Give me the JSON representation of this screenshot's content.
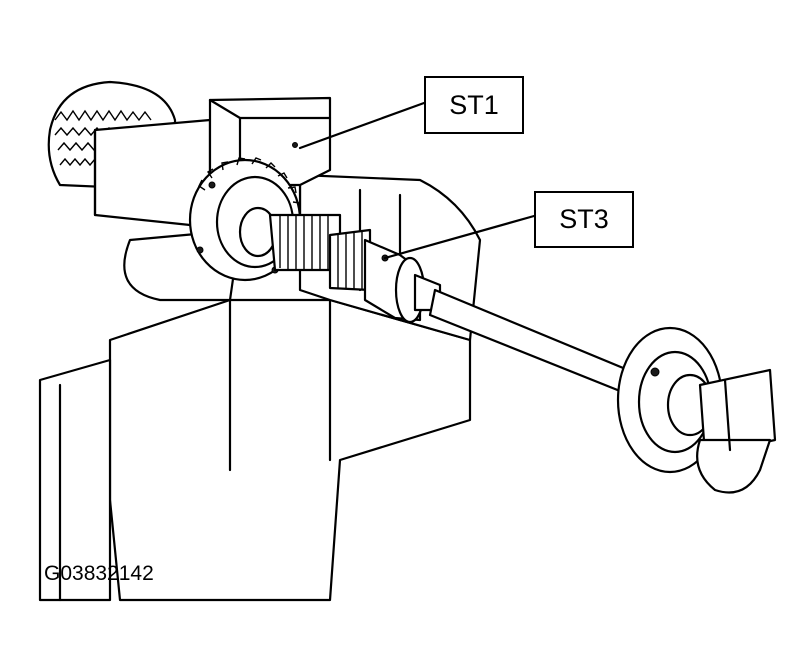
{
  "labels": {
    "st1": "ST1",
    "st3": "ST3"
  },
  "figure_code": "G03832142",
  "colors": {
    "line": "#000000",
    "background": "#ffffff"
  }
}
